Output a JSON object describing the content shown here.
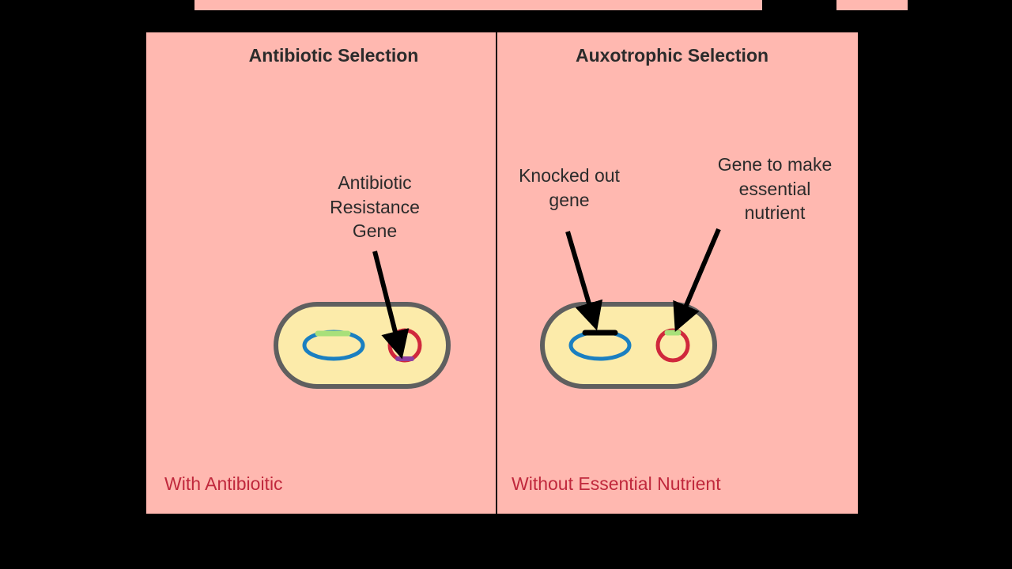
{
  "panels": {
    "left": {
      "title": "Antibiotic Selection",
      "gene_label_lines": [
        "Antibiotic",
        "Resistance",
        "Gene"
      ],
      "condition": "With Antibioitic"
    },
    "right": {
      "title": "Auxotrophic Selection",
      "knockout_label_lines": [
        "Knocked out",
        "gene"
      ],
      "essential_label_lines": [
        "Gene to make",
        "essential",
        "nutrient"
      ],
      "condition": "Without Essential Nutrient"
    }
  },
  "colors": {
    "background": "#000000",
    "panel": "#ffb8b0",
    "cell_fill": "#fcebaa",
    "cell_outline": "#5f5f5f",
    "chromosome": "#1a7fc1",
    "plasmid": "#d0283c",
    "gene_marker": "#a8e07a",
    "resistance_gene": "#8e3fa0",
    "arrow": "#000000",
    "condition_text": "#c0283c"
  }
}
